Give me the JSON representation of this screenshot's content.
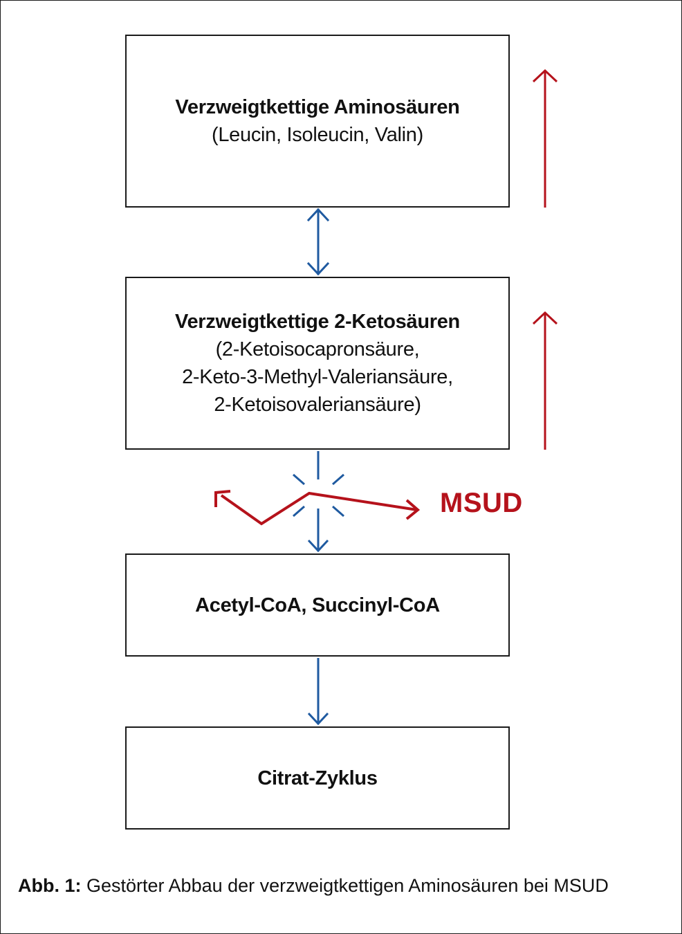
{
  "colors": {
    "flow_arrow": "#1f5aa0",
    "increase_arrow": "#b5121b",
    "msud": "#b5121b",
    "border": "#1a1a1a"
  },
  "boxes": [
    {
      "title": "Verzweigtkettige Aminosäuren",
      "lines": [
        "(Leucin, Isoleucin, Valin)"
      ]
    },
    {
      "title": "Verzweigtkettige 2-Ketosäuren",
      "lines": [
        "(2-Ketoisocapronsäure,",
        "2-Keto-3-Methyl-Valeriansäure,",
        "2-Ketoisovaleriansäure)"
      ]
    },
    {
      "title": "Acetyl-CoA, Succinyl-CoA",
      "lines": []
    },
    {
      "title": "Citrat-Zyklus",
      "lines": []
    }
  ],
  "msud_label": "MSUD",
  "caption": {
    "prefix": "Abb. 1:",
    "text": " Gestörter Abbau der verzweigtkettigen Aminosäuren bei MSUD"
  }
}
